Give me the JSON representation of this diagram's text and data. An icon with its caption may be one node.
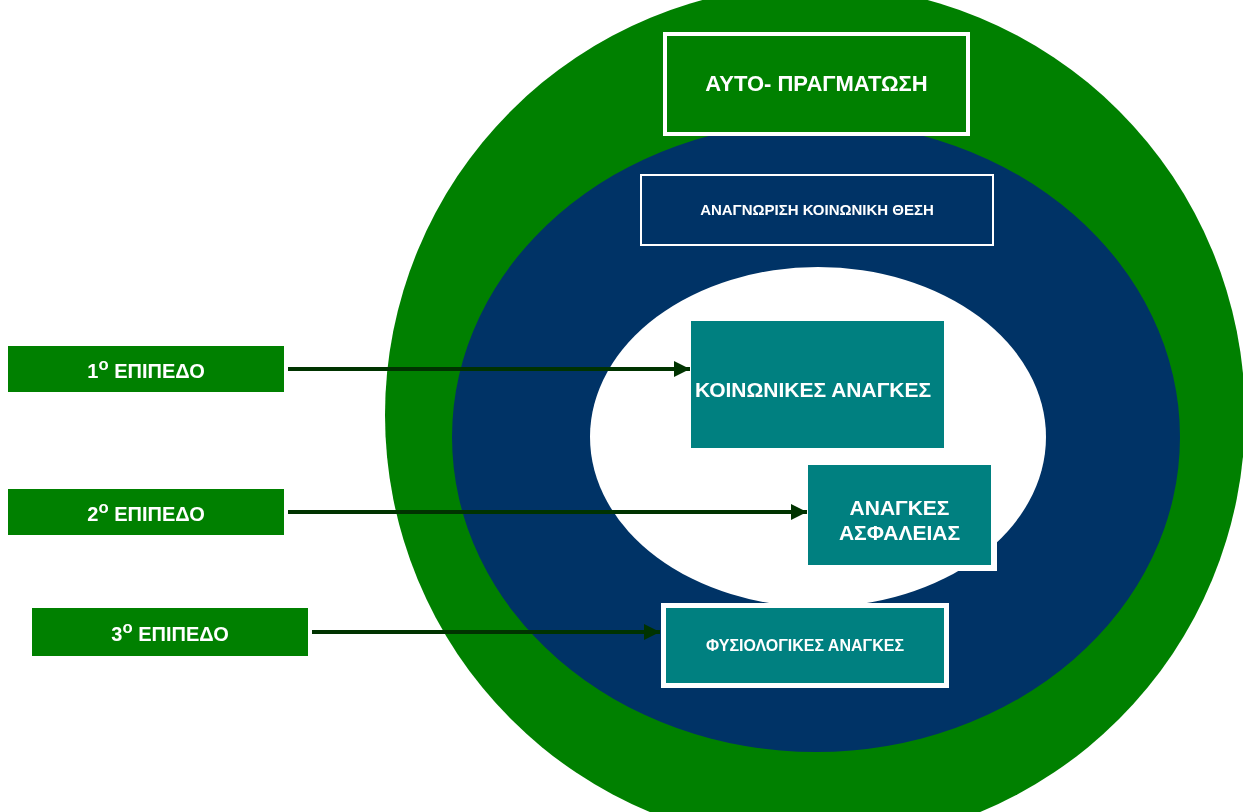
{
  "diagram": {
    "nodes": [
      {
        "text": [
          "ΑΥΤΟ- ΠΡΑΓΜΑΤΩΣΗ"
        ]
      },
      {
        "text": [
          "ΑΝΑΓΝΩΡΙΣΗ ΚΟΙΝΩΝΙΚΗ ΘΕΣΗ"
        ]
      },
      {
        "text": [
          "1$^{o}$ ΕΠΙΠΕΔΟ"
        ]
      },
      {
        "text": [
          "ΚΟΙΝΩΝΙΚΕΣ ΑΝΑΓΚΕΣ"
        ]
      },
      {
        "text": [
          "2$^{o}$ ΕΠΙΠΕΔΟ"
        ]
      },
      {
        "text": [
          "ΑΝΑΓΚΕΣ ΑΣΦΑΛΕΙΑΣ"
        ]
      },
      {
        "text": [
          "3$^{o}$ ΕΠΙΠΕΔΟ"
        ]
      },
      {
        "text": [
          "ΦΥΣΙΟΛΟΓΙΚΕΣ ΑΝΑΓΚΕΣ"
        ]
      }
    ],
    "edges": [
      {
        "from": 2,
        "to": 3,
        "arrow": "to"
      },
      {
        "from": 4,
        "to": 5,
        "arrow": "to"
      },
      {
        "from": 6,
        "to": 7,
        "arrow": "to"
      }
    ]
  }
}
